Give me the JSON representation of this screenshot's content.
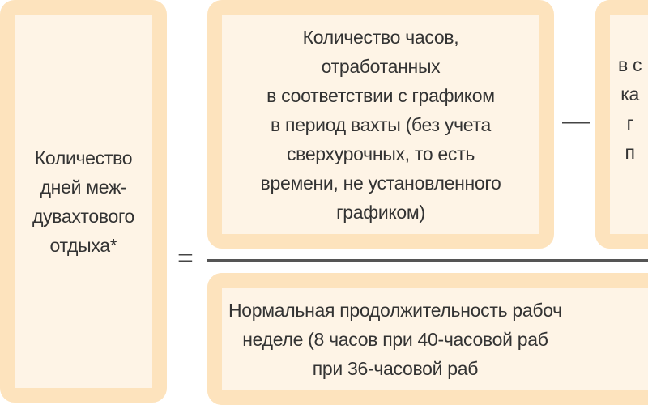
{
  "left_box": {
    "text": "Количество\nдней меж-\nдувахтового\nотдыха*"
  },
  "numerator_minuend": {
    "text": "Количество часов,\nотработанных\nв соответствии с графиком\nв период вахты (без учета\nсверхурочных, то есть\nвремени, не установленного\nграфиком)"
  },
  "numerator_subtrahend": {
    "text": "в с\nка\nг\nп"
  },
  "denominator": {
    "text": "Нормальная продолжительность рабоч\nнеделе (8 часов при 40-часовой раб\nпри 36-часовой раб"
  },
  "operators": {
    "equals": "=",
    "minus": "—"
  },
  "colors": {
    "border": "#fde3bd",
    "fill": "#fef4e6",
    "bar": "#555555"
  }
}
